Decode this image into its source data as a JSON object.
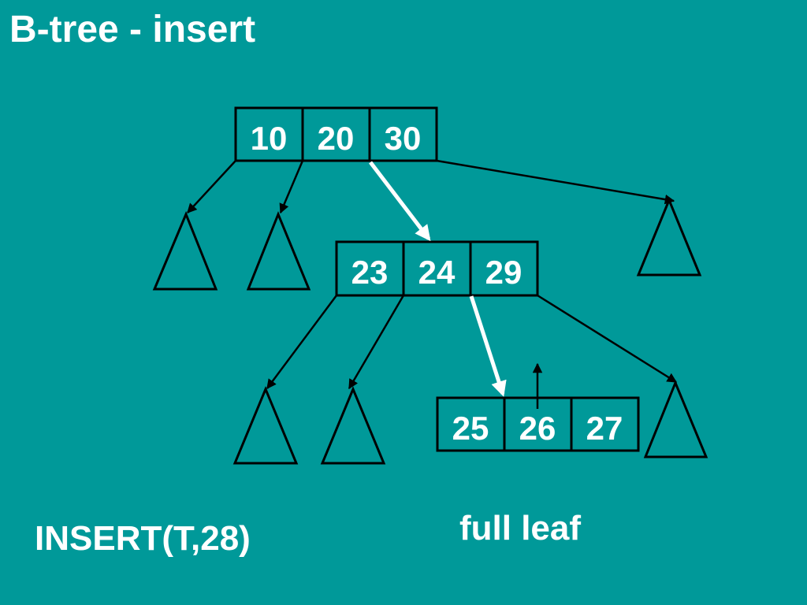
{
  "slide": {
    "title": "B-tree - insert"
  },
  "tree": {
    "root_keys": [
      "10",
      "20",
      "30"
    ],
    "middle_keys": [
      "23",
      "24",
      "29"
    ],
    "leaf_keys": [
      "25",
      "26",
      "27"
    ]
  },
  "captions": {
    "command": "INSERT(T,28)",
    "note": "full leaf"
  },
  "colors": {
    "background": "#009999",
    "text": "#ffffff",
    "lines": "#000000",
    "search_path": "#ffffff"
  }
}
